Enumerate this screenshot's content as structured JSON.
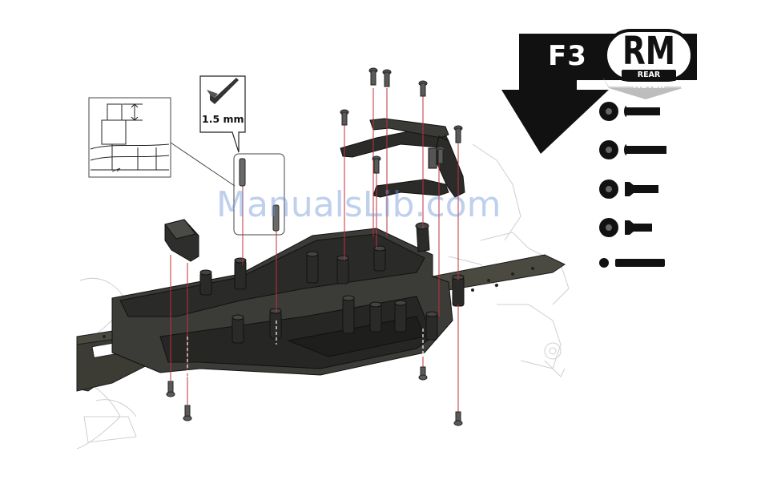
{
  "step": {
    "label": "F3",
    "code": "RM",
    "subtitle": "REAR MOTOR"
  },
  "tool": {
    "label": "1.5 mm"
  },
  "hardware_icons": [
    {
      "name": "button-head-screw-long-icon"
    },
    {
      "name": "button-head-screw-longer-icon"
    },
    {
      "name": "flat-head-screw-icon"
    },
    {
      "name": "flat-head-screw-short-icon"
    },
    {
      "name": "pin-rod-icon"
    }
  ],
  "watermark": {
    "text": "ManualsLib.com"
  },
  "colors": {
    "ink": "#111111",
    "chassis_dark": "#3a3a34",
    "guide_line": "#c0303a",
    "watermark": "#6e96d7"
  }
}
